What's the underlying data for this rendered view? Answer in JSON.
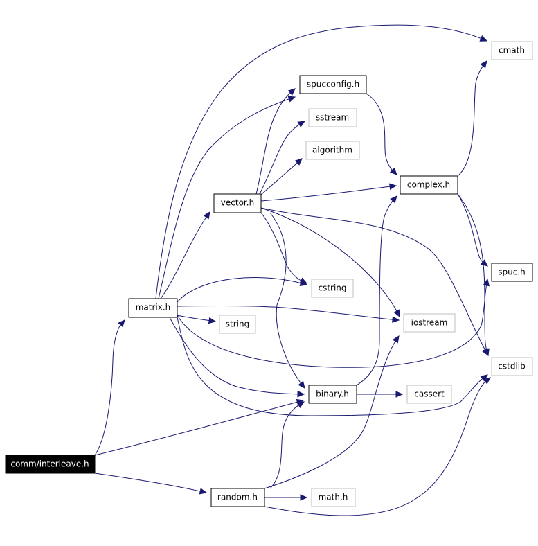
{
  "diagram": {
    "colors": {
      "edge": "#191970",
      "internal_border": "#000000",
      "external_border": "#bfbfbf",
      "root_fill": "#000000",
      "root_text": "#ffffff",
      "text": "#000000"
    },
    "nodes": {
      "interleave": {
        "label": "comm/interleave.h",
        "kind": "root"
      },
      "matrix": {
        "label": "matrix.h",
        "kind": "internal"
      },
      "vector": {
        "label": "vector.h",
        "kind": "internal"
      },
      "spucconfig": {
        "label": "spucconfig.h",
        "kind": "internal"
      },
      "sstream": {
        "label": "sstream",
        "kind": "external"
      },
      "algorithm": {
        "label": "algorithm",
        "kind": "external"
      },
      "complex": {
        "label": "complex.h",
        "kind": "internal"
      },
      "cmath": {
        "label": "cmath",
        "kind": "external"
      },
      "spuc": {
        "label": "spuc.h",
        "kind": "internal"
      },
      "cstring": {
        "label": "cstring",
        "kind": "external"
      },
      "iostream": {
        "label": "iostream",
        "kind": "external"
      },
      "string": {
        "label": "string",
        "kind": "external"
      },
      "cstdlib": {
        "label": "cstdlib",
        "kind": "external"
      },
      "binary": {
        "label": "binary.h",
        "kind": "internal"
      },
      "cassert": {
        "label": "cassert",
        "kind": "external"
      },
      "random": {
        "label": "random.h",
        "kind": "internal"
      },
      "mathh": {
        "label": "math.h",
        "kind": "external"
      }
    },
    "edges": [
      {
        "from": "interleave",
        "to": "matrix"
      },
      {
        "from": "interleave",
        "to": "binary"
      },
      {
        "from": "interleave",
        "to": "random"
      },
      {
        "from": "matrix",
        "to": "vector"
      },
      {
        "from": "matrix",
        "to": "cmath"
      },
      {
        "from": "matrix",
        "to": "spucconfig"
      },
      {
        "from": "matrix",
        "to": "cstring"
      },
      {
        "from": "matrix",
        "to": "string"
      },
      {
        "from": "matrix",
        "to": "iostream"
      },
      {
        "from": "matrix",
        "to": "spuc"
      },
      {
        "from": "matrix",
        "to": "binary"
      },
      {
        "from": "matrix",
        "to": "cstdlib"
      },
      {
        "from": "vector",
        "to": "spucconfig"
      },
      {
        "from": "vector",
        "to": "sstream"
      },
      {
        "from": "vector",
        "to": "algorithm"
      },
      {
        "from": "vector",
        "to": "complex"
      },
      {
        "from": "vector",
        "to": "cstring"
      },
      {
        "from": "vector",
        "to": "iostream"
      },
      {
        "from": "vector",
        "to": "cstdlib"
      },
      {
        "from": "vector",
        "to": "binary"
      },
      {
        "from": "spucconfig",
        "to": "complex"
      },
      {
        "from": "complex",
        "to": "cmath"
      },
      {
        "from": "complex",
        "to": "spuc"
      },
      {
        "from": "complex",
        "to": "cstdlib"
      },
      {
        "from": "binary",
        "to": "complex"
      },
      {
        "from": "binary",
        "to": "cassert"
      },
      {
        "from": "random",
        "to": "binary"
      },
      {
        "from": "random",
        "to": "iostream"
      },
      {
        "from": "random",
        "to": "mathh"
      },
      {
        "from": "random",
        "to": "cstdlib"
      }
    ]
  }
}
